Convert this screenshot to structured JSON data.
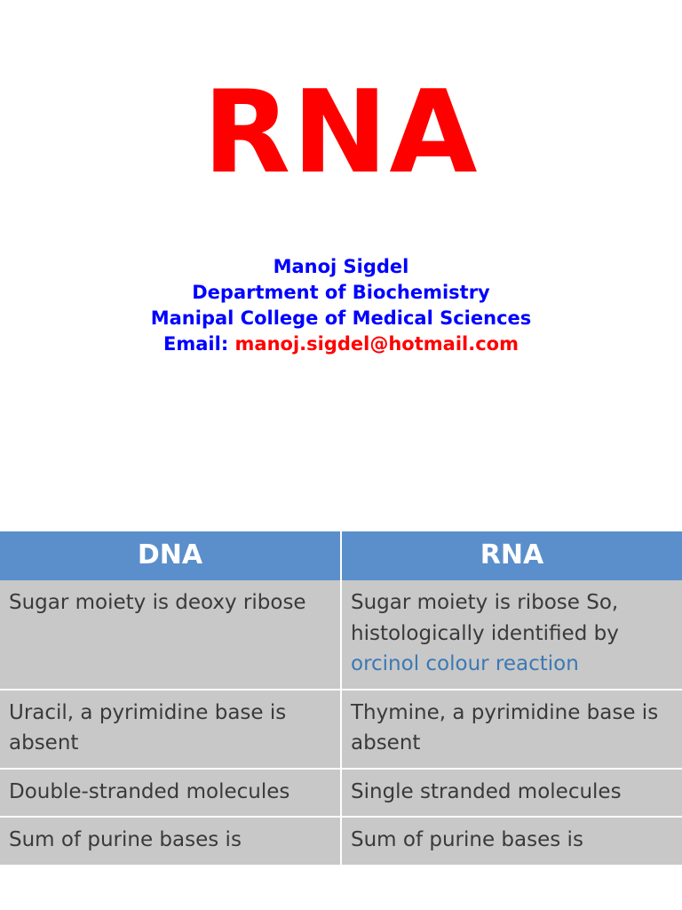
{
  "slide": {
    "title": "RNA",
    "author": {
      "name": "Manoj Sigdel",
      "department": "Department of Biochemistry",
      "institution": "Manipal College of Medical Sciences",
      "email_label": "Email:",
      "email_address": "manoj.sigdel@hotmail.com"
    },
    "colors": {
      "title_red": "#FF0000",
      "author_blue": "#0000FF",
      "header_blue": "#5B8FCB",
      "cell_grey": "#C8C8C8",
      "highlight_blue": "#3C78B4"
    }
  },
  "table": {
    "headers": [
      "DNA",
      "RNA"
    ],
    "rows": [
      {
        "dna": "Sugar moiety is deoxy ribose",
        "rna_pre": "Sugar moiety is ribose So, histologically identified by ",
        "rna_highlight": "orcinol colour reaction",
        "rna_post": ""
      },
      {
        "dna": "Uracil, a pyrimidine base is absent",
        "rna_pre": "Thymine, a pyrimidine base is\nabsent",
        "rna_highlight": "",
        "rna_post": ""
      },
      {
        "dna": "Double-stranded molecules",
        "rna_pre": "Single stranded molecules",
        "rna_highlight": "",
        "rna_post": ""
      },
      {
        "dna": "Sum of purine bases is",
        "rna_pre": "Sum of purine bases is",
        "rna_highlight": "",
        "rna_post": ""
      }
    ]
  }
}
